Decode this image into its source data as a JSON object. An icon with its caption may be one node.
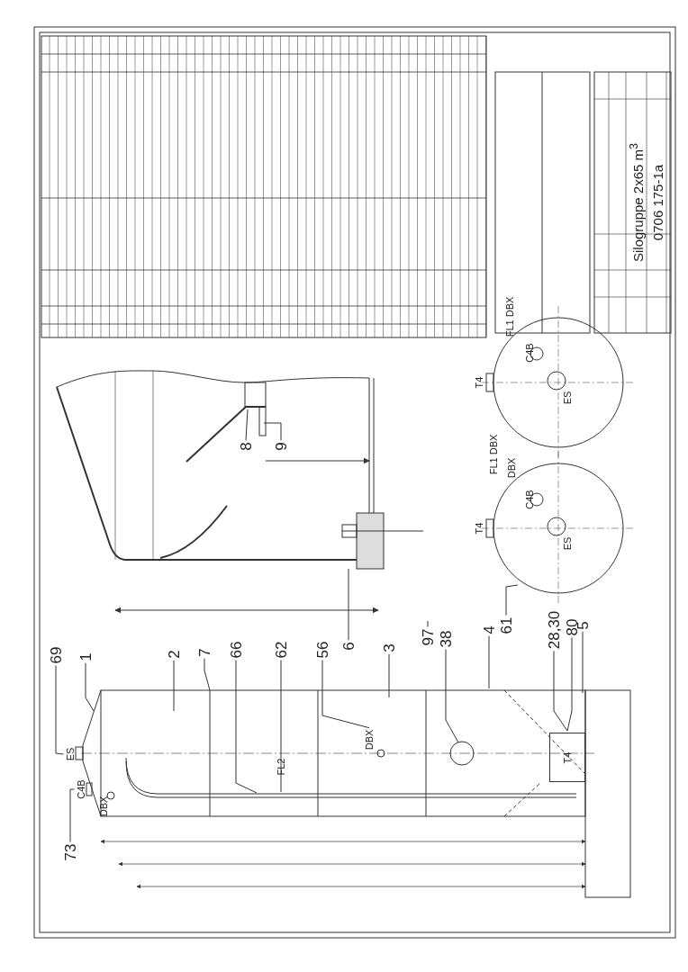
{
  "diagram": {
    "nodes": [
      {
        "text": [
          "69"
        ]
      },
      {
        "text": [
          "1"
        ]
      },
      {
        "text": [
          "2"
        ]
      },
      {
        "text": [
          "7"
        ]
      },
      {
        "text": [
          "66"
        ]
      },
      {
        "text": [
          "62"
        ]
      },
      {
        "text": [
          "56"
        ]
      },
      {
        "text": [
          "6"
        ]
      },
      {
        "text": [
          "3"
        ]
      },
      {
        "text": [
          "97"
        ]
      },
      {
        "text": [
          "38"
        ]
      },
      {
        "text": [
          "4"
        ]
      },
      {
        "text": [
          "61"
        ]
      },
      {
        "text": [
          "28,30"
        ]
      },
      {
        "text": [
          "80"
        ]
      },
      {
        "text": [
          "5"
        ]
      },
      {
        "text": [
          "73"
        ]
      },
      {
        "text": [
          "8"
        ]
      },
      {
        "text": [
          "9"
        ]
      },
      {
        "text": [
          "ES"
        ]
      },
      {
        "text": [
          "C4B"
        ]
      },
      {
        "text": [
          "DBX"
        ]
      },
      {
        "text": [
          "T4"
        ]
      }
    ],
    "edges": [
      {
        "from": 0,
        "to": 19,
        "arrow": "none"
      },
      {
        "from": 1,
        "to": null,
        "arrow": "none"
      },
      {
        "from": 2,
        "to": null,
        "arrow": "none"
      },
      {
        "from": 3,
        "to": null,
        "arrow": "none"
      },
      {
        "from": 4,
        "to": null,
        "arrow": "none"
      },
      {
        "from": 5,
        "to": null,
        "arrow": "none"
      },
      {
        "from": 6,
        "to": 21,
        "arrow": "none"
      },
      {
        "from": 7,
        "to": null,
        "arrow": "none"
      },
      {
        "from": 8,
        "to": null,
        "arrow": "none"
      },
      {
        "from": 9,
        "to": null,
        "arrow": "none"
      },
      {
        "from": 10,
        "to": null,
        "arrow": "none"
      },
      {
        "from": 11,
        "to": null,
        "arrow": "none"
      },
      {
        "from": 12,
        "to": null,
        "arrow": "none"
      },
      {
        "from": 13,
        "to": 22,
        "arrow": "none"
      },
      {
        "from": 14,
        "to": 22,
        "arrow": "none"
      },
      {
        "from": 15,
        "to": null,
        "arrow": "none"
      },
      {
        "from": 16,
        "to": 20,
        "arrow": "none"
      },
      {
        "from": 17,
        "to": null,
        "arrow": "none"
      },
      {
        "from": 18,
        "to": null,
        "arrow": "none"
      }
    ],
    "labels": [
      "DBX",
      "FL2",
      "FL1 DBX",
      "C4B",
      "T4",
      "ES",
      "FL1 DBX",
      "DBX",
      "C4B",
      "T4",
      "ES",
      "Silogruppe 2x65 m$^{3}$",
      "0706 175-1a"
    ]
  }
}
